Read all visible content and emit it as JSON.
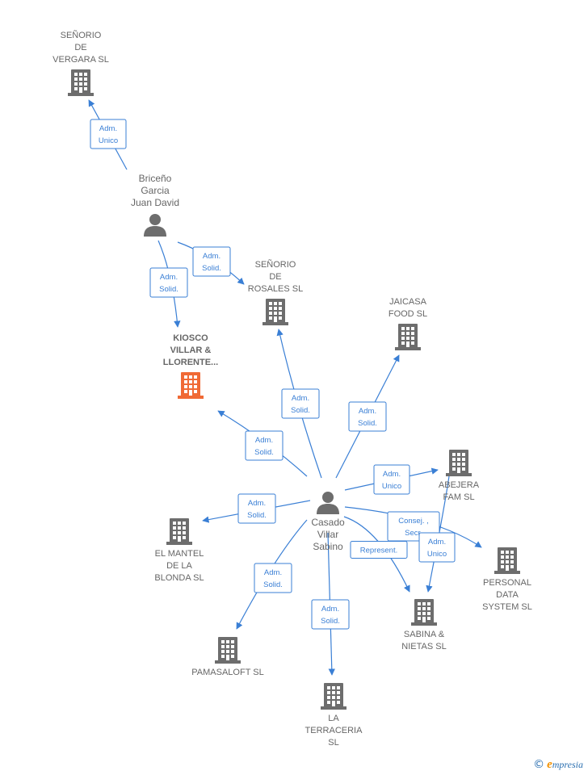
{
  "colors": {
    "edge": "#3a7fd5",
    "company": "#6d6d6d",
    "focus_company": "#f06a35",
    "person": "#6d6d6d",
    "label": "#666666"
  },
  "nodes": [
    {
      "id": "senorio_vergara",
      "type": "company",
      "label": [
        "SEÑORIO",
        "DE",
        "VERGARA  SL"
      ],
      "icon": "building-icon"
    },
    {
      "id": "briceno",
      "type": "person",
      "label": [
        "Briceño",
        "Garcia",
        "Juan David"
      ],
      "icon": "person-icon"
    },
    {
      "id": "senorio_rosales",
      "type": "company",
      "label": [
        "SEÑORIO",
        "DE",
        "ROSALES  SL"
      ],
      "icon": "building-icon"
    },
    {
      "id": "kiosco",
      "type": "company",
      "focus": true,
      "label": [
        "KIOSCO",
        "VILLAR &",
        "LLORENTE..."
      ],
      "icon": "building-icon"
    },
    {
      "id": "jaicasa",
      "type": "company",
      "label": [
        "JAICASA",
        "FOOD  SL"
      ],
      "icon": "building-icon"
    },
    {
      "id": "abejera",
      "type": "company",
      "label": [
        "ABEJERA",
        "FAM  SL"
      ],
      "icon": "building-icon"
    },
    {
      "id": "casado",
      "type": "person",
      "label": [
        "Casado",
        "Villar",
        "Sabino"
      ],
      "icon": "person-icon"
    },
    {
      "id": "el_mantel",
      "type": "company",
      "label": [
        "EL MANTEL",
        "DE LA",
        "BLONDA SL"
      ],
      "icon": "building-icon"
    },
    {
      "id": "personal_data",
      "type": "company",
      "label": [
        "PERSONAL",
        "DATA",
        "SYSTEM SL"
      ],
      "icon": "building-icon"
    },
    {
      "id": "sabina",
      "type": "company",
      "label": [
        "SABINA &",
        "NIETAS  SL"
      ],
      "icon": "building-icon"
    },
    {
      "id": "pamasaloft",
      "type": "company",
      "label": [
        "PAMASALOFT SL"
      ],
      "icon": "building-icon"
    },
    {
      "id": "la_terraceria",
      "type": "company",
      "label": [
        "LA",
        "TERRACERIA",
        "SL"
      ],
      "icon": "building-icon"
    }
  ],
  "edges": [
    {
      "from": "briceno",
      "to": "senorio_vergara",
      "label": [
        "Adm.",
        "Unico"
      ]
    },
    {
      "from": "briceno",
      "to": "kiosco",
      "label": [
        "Adm.",
        "Solid."
      ]
    },
    {
      "from": "briceno",
      "to": "senorio_rosales",
      "label": [
        "Adm.",
        "Solid."
      ]
    },
    {
      "from": "casado",
      "to": "kiosco",
      "label": [
        "Adm.",
        "Solid."
      ]
    },
    {
      "from": "casado",
      "to": "senorio_rosales",
      "label": [
        "Adm.",
        "Solid."
      ]
    },
    {
      "from": "casado",
      "to": "jaicasa",
      "label": [
        "Adm.",
        "Solid."
      ]
    },
    {
      "from": "casado",
      "to": "abejera",
      "label": [
        "Adm.",
        "Unico"
      ]
    },
    {
      "from": "casado",
      "to": "el_mantel",
      "label": [
        "Adm.",
        "Solid."
      ]
    },
    {
      "from": "casado",
      "to": "personal_data",
      "label": [
        "Consej. ,",
        "Secr."
      ]
    },
    {
      "from": "casado",
      "to": "sabina",
      "label": [
        "Represent."
      ]
    },
    {
      "from": "abejera",
      "to": "sabina",
      "label": [
        "Adm.",
        "Unico"
      ]
    },
    {
      "from": "casado",
      "to": "pamasaloft",
      "label": [
        "Adm.",
        "Solid."
      ]
    },
    {
      "from": "casado",
      "to": "la_terraceria",
      "label": [
        "Adm.",
        "Solid."
      ]
    }
  ],
  "watermark": {
    "symbol": "©",
    "brand_initial": "e",
    "brand_rest": "mpresia"
  }
}
